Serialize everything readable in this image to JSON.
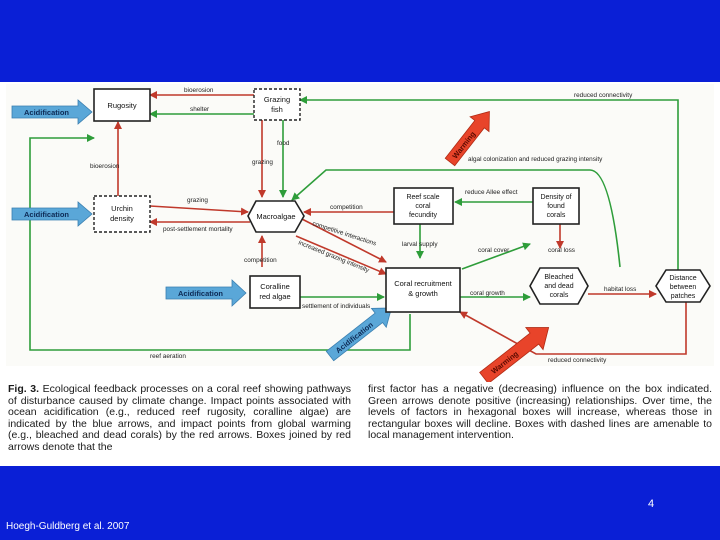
{
  "slide": {
    "page_number": "4",
    "credit": "Hoegh-Guldberg et al. 2007"
  },
  "colors": {
    "band_blue": "#0a1fd6",
    "green_arrow": "#2e9d3a",
    "red_arrow": "#c0392b",
    "blue_arrow": "#5aa7d8",
    "big_red_arrow": "#e8442a"
  },
  "nodes": {
    "rugosity": "Rugosity",
    "grazing_fish_1": "Grazing",
    "grazing_fish_2": "fish",
    "urchin_density_1": "Urchin",
    "urchin_density_2": "density",
    "macroalgae": "Macroalgae",
    "coralline_1": "Coralline",
    "coralline_2": "red algae",
    "reef_fecundity_1": "Reef scale",
    "reef_fecundity_2": "coral",
    "reef_fecundity_3": "fecundity",
    "density_found_1": "Density of",
    "density_found_2": "found",
    "density_found_3": "corals",
    "coral_recruitment_1": "Coral recruitment",
    "coral_recruitment_2": "& growth",
    "bleached_1": "Bleached",
    "bleached_2": "and dead",
    "bleached_3": "corals",
    "distance_1": "Distance",
    "distance_2": "between",
    "distance_3": "patches"
  },
  "edges": {
    "bioerosion_top": "bioerosion",
    "shelter": "shelter",
    "reduced_connectivity_top": "reduced connectivity",
    "food": "food",
    "bioerosion_left": "bioerosion",
    "grazing_fish": "grazing",
    "grazing_urchin": "grazing",
    "algal_colonization": "algal colonization and reduced grazing intensity",
    "reduce_allee": "reduce Allee effect",
    "competition_top": "competition",
    "post_settlement": "post-settlement mortality",
    "competitive_interactions": "competitive interactions",
    "increased_grazing": "increased grazing intensity",
    "larval_supply": "larval supply",
    "coral_cover": "coral cover",
    "coral_loss": "coral loss",
    "competition_low": "competition",
    "coral_growth": "coral growth",
    "habitat_loss": "habitat loss",
    "settlement": "settlement of individuals",
    "reef_aeration": "reef aeration",
    "reduced_connectivity_bottom": "reduced connectivity"
  },
  "impacts": {
    "acidification_1": "Acidification",
    "acidification_2": "Acidification",
    "acidification_3": "Acidification",
    "acidification_4": "Acidification",
    "warming_1": "Warming",
    "warming_2": "Warming"
  },
  "caption": {
    "fig_label": "Fig. 3.",
    "left_text": "Ecological feedback processes on a coral reef showing pathways of disturbance caused by climate change. Impact points associated with ocean acidification (e.g., reduced reef rugosity, coralline algae) are indicated by the blue arrows, and impact points from global warming (e.g., bleached and dead corals) by the red arrows. Boxes joined by red arrows denote that the",
    "right_text": "first factor has a negative (decreasing) influence on the box indicated. Green arrows denote positive (increasing) relationships. Over time, the levels of factors in hexagonal boxes will increase, whereas those in rectangular boxes will decline. Boxes with dashed lines are amenable to local management intervention."
  }
}
